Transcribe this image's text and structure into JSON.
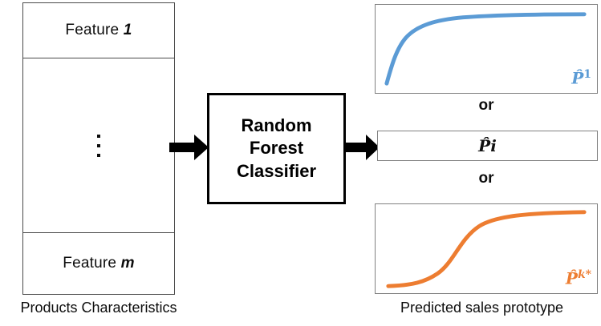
{
  "figure": {
    "left_caption": "Products Characteristics",
    "right_caption": "Predicted sales prototype"
  },
  "features_table": {
    "rows": [
      {
        "prefix": "Feature ",
        "index": "1"
      },
      {
        "prefix": "",
        "index": ""
      },
      {
        "prefix": "Feature ",
        "index": "m"
      }
    ],
    "ellipsis": "⋮"
  },
  "classifier": {
    "label": "Random\nForest\nClassifier"
  },
  "connectors": {
    "input_arrow": "right-arrow",
    "output_arrow": "right-arrow"
  },
  "outputs": {
    "separator_1": "or",
    "separator_2": "or",
    "panels": [
      {
        "name": "prototype-1",
        "label_base": "P̂",
        "label_sup": "1",
        "color": "#5b9bd5",
        "curve": "logarithmic-concave"
      },
      {
        "name": "prototype-i",
        "label_base": "P̂",
        "label_sup": "i",
        "color": "#111111",
        "curve": "none"
      },
      {
        "name": "prototype-k-star",
        "label_base": "P̂",
        "label_sup": "k*",
        "color": "#ed7d31",
        "curve": "sigmoid-s-shape"
      }
    ]
  },
  "colors": {
    "blue_curve": "#5b9bd5",
    "orange_curve": "#ed7d31",
    "box_border": "#4a4a4a",
    "panel_border": "#808080",
    "classifier_border": "#000000",
    "text": "#0d0d0d"
  },
  "chart_data": [
    {
      "type": "line",
      "name": "prototype-1",
      "title": "",
      "xlabel": "",
      "ylabel": "",
      "annotations": [
        "P̂1"
      ],
      "grid": false,
      "legend": "none",
      "xlim": [
        0,
        1
      ],
      "ylim": [
        0,
        1
      ],
      "x": [
        0.02,
        0.06,
        0.11,
        0.17,
        0.25,
        0.35,
        0.48,
        0.62,
        0.78,
        0.92,
        1.0
      ],
      "y": [
        0.06,
        0.35,
        0.55,
        0.67,
        0.76,
        0.83,
        0.87,
        0.89,
        0.905,
        0.91,
        0.91
      ],
      "description": "Concave increasing (logarithmic) saturating curve"
    },
    {
      "type": "line",
      "name": "prototype-k-star",
      "title": "",
      "xlabel": "",
      "ylabel": "",
      "annotations": [
        "P̂k*"
      ],
      "grid": false,
      "legend": "none",
      "xlim": [
        0,
        1
      ],
      "ylim": [
        0,
        1
      ],
      "x": [
        0.02,
        0.12,
        0.23,
        0.33,
        0.43,
        0.52,
        0.62,
        0.72,
        0.83,
        0.93,
        1.0
      ],
      "y": [
        0.06,
        0.07,
        0.12,
        0.25,
        0.45,
        0.63,
        0.77,
        0.84,
        0.88,
        0.905,
        0.92
      ],
      "description": "S-shaped (sigmoid / logistic) growth curve"
    }
  ]
}
